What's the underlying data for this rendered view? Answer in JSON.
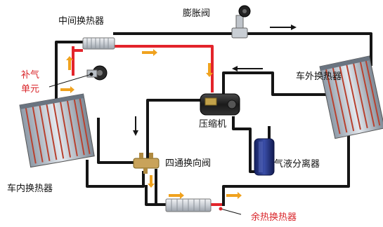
{
  "labels": {
    "intermediate_hx": "中间换热器",
    "expansion_valve": "膨胀阀",
    "vapor_injection_1": "补气",
    "vapor_injection_2": "单元",
    "outdoor_hx": "车外换热器",
    "compressor": "压缩机",
    "indoor_hx": "车内换热器",
    "four_way_valve": "四通换向阀",
    "accumulator": "气液分离器",
    "waste_heat_hx": "余热换热器"
  },
  "colors": {
    "pipe": "#151515",
    "hot_pipe": "#e3242b",
    "flow_arrow": "#f0a21e",
    "direction_arrow": "#151515",
    "highlight_text": "#d9262b",
    "compressor_body": "#222222",
    "accumulator_body": "#1e2a73"
  },
  "icons": {
    "expansion_valve": "expansion-valve-icon",
    "compressor": "compressor-icon",
    "accumulator": "accumulator-icon",
    "four_way_valve": "four-way-valve-icon",
    "outdoor_hx": "finned-coil-icon",
    "indoor_hx": "finned-coil-icon",
    "intermediate_hx": "plate-hx-icon",
    "waste_heat_hx": "plate-hx-icon",
    "vapor_injection": "solenoid-valve-icon"
  }
}
